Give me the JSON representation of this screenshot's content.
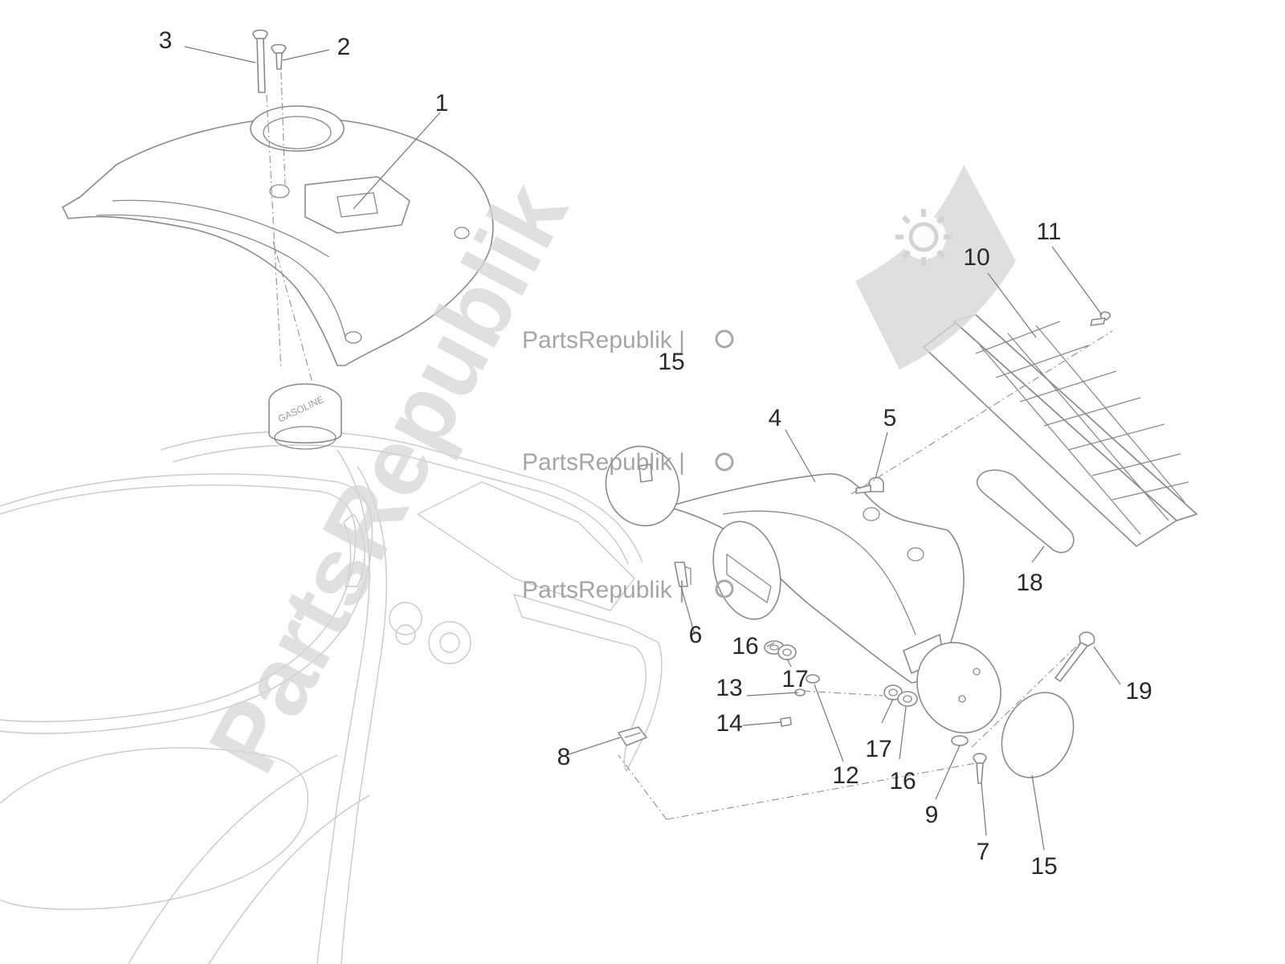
{
  "watermark": {
    "large_text": "PartsRepublik",
    "small_text": "PartsRepublik |",
    "logo_icon": "gear-flag-icon"
  },
  "frame_label": "GASOLINE",
  "callouts": [
    "1",
    "2",
    "3",
    "4",
    "5",
    "6",
    "7",
    "8",
    "9",
    "10",
    "11",
    "12",
    "13",
    "14",
    "15",
    "15",
    "16",
    "16",
    "17",
    "17",
    "18",
    "19"
  ],
  "colors": {
    "line": "#8a8a8a",
    "text": "#2a2a2a",
    "watermark": "#d6d6d6"
  }
}
